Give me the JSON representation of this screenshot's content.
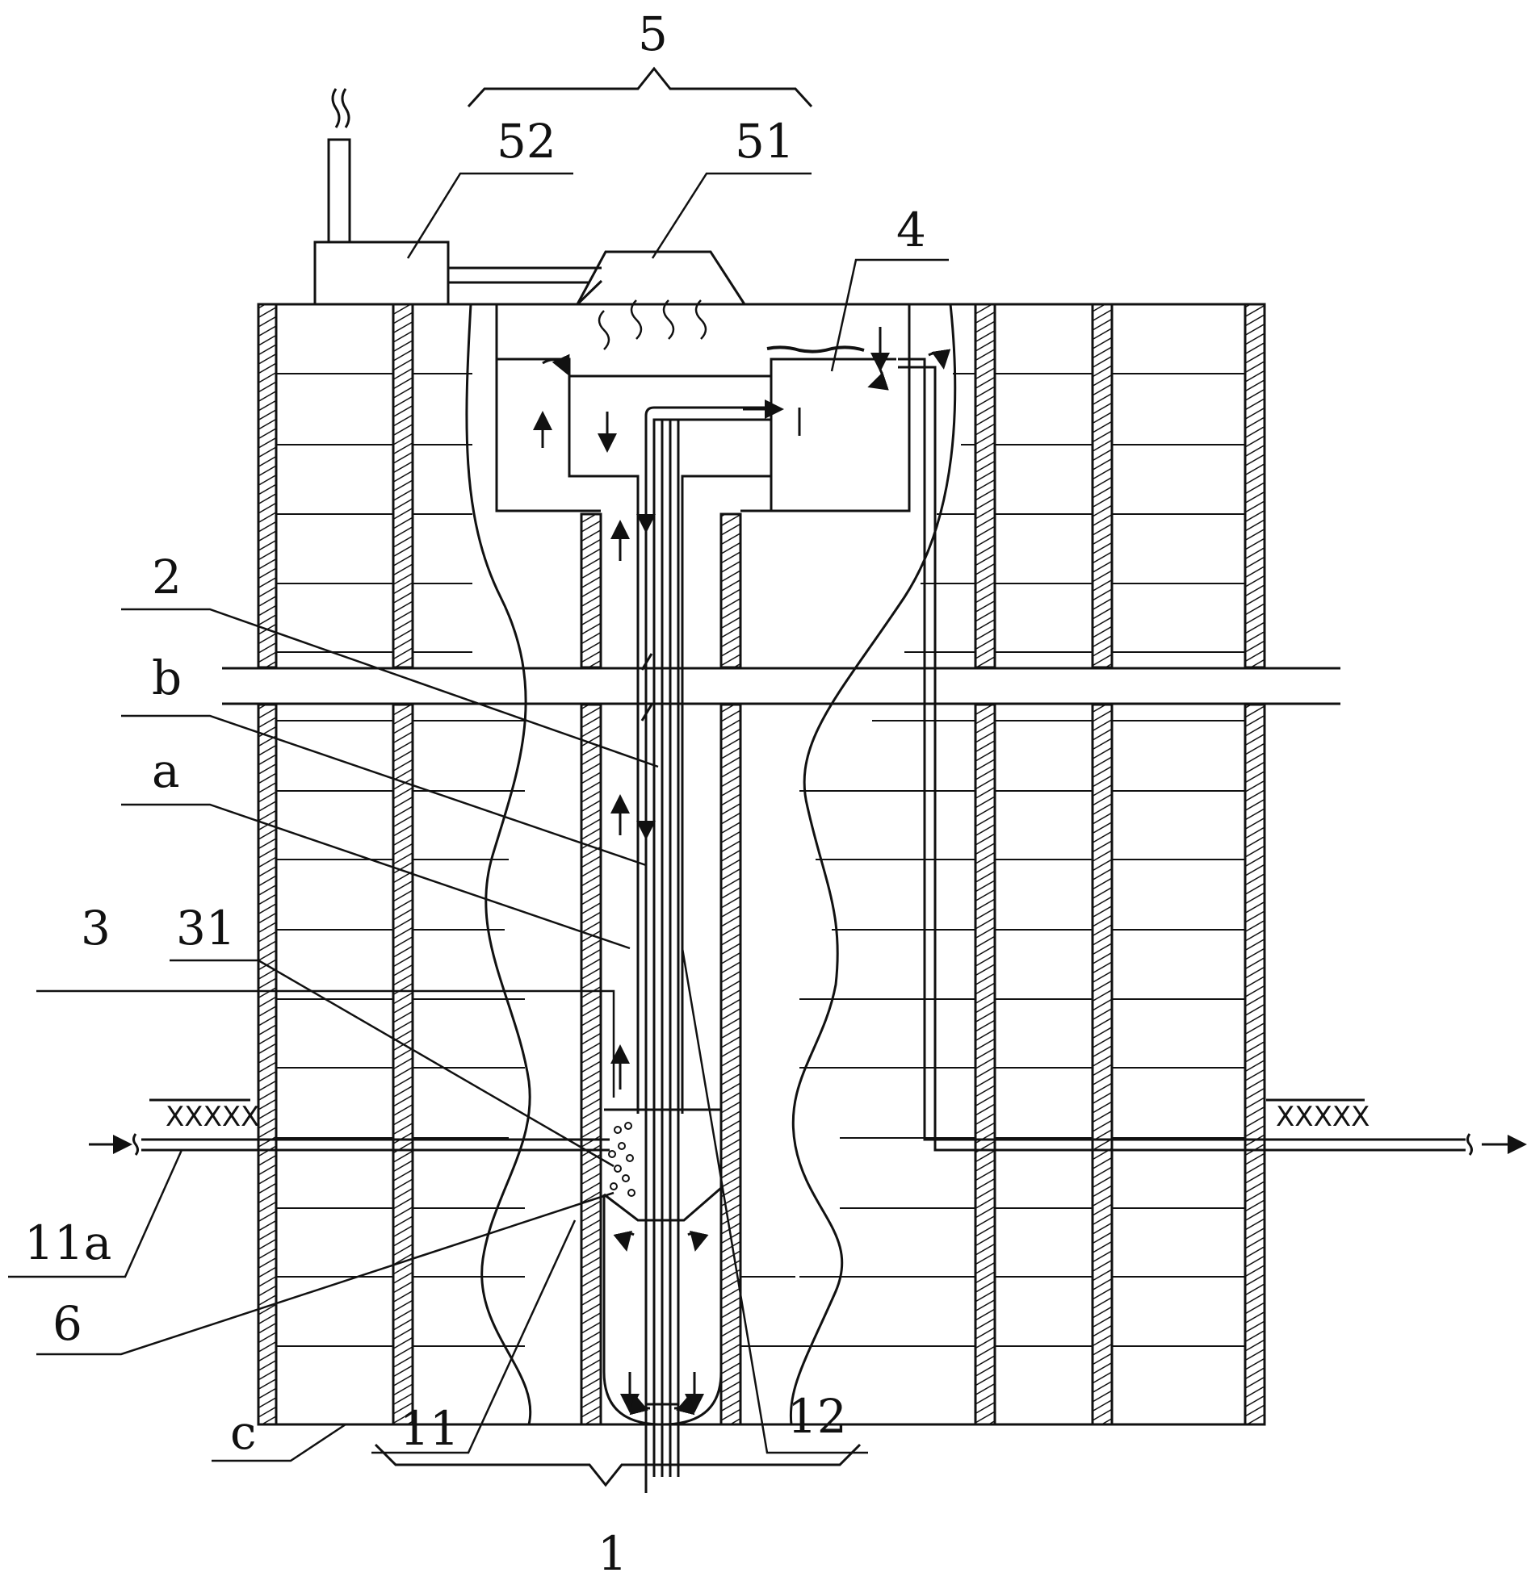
{
  "labels": {
    "five": "5",
    "fifty_two": "52",
    "fifty_one": "51",
    "four": "4",
    "two": "2",
    "b": "b",
    "a": "a",
    "three": "3",
    "thirty_one": "31",
    "eleven_a": "11a",
    "six": "6",
    "c": "c",
    "eleven": "11",
    "twelve": "12",
    "one": "1"
  }
}
